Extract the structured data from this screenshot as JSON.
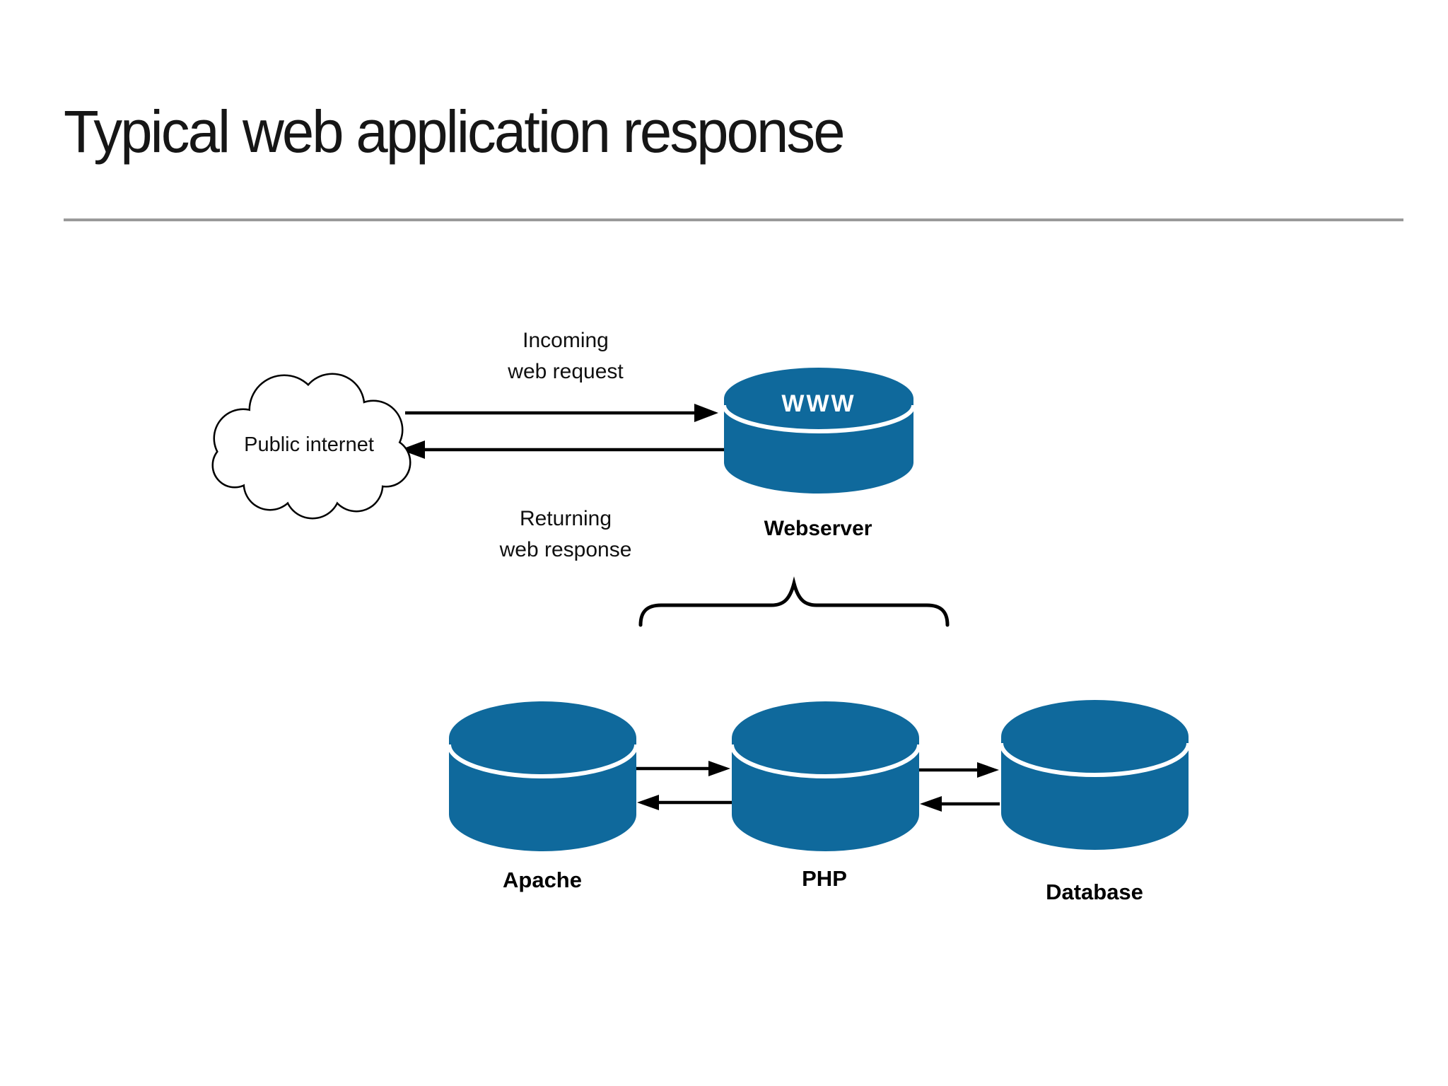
{
  "slide": {
    "title": "Typical web application response",
    "cloud": {
      "label": "Public internet"
    },
    "flows": {
      "incoming": {
        "line1": "Incoming",
        "line2": "web request"
      },
      "returning": {
        "line1": "Returning",
        "line2": "web response"
      }
    },
    "webserver": {
      "disk_text": "WWW",
      "label": "Webserver"
    },
    "tiers": [
      {
        "label": "Apache"
      },
      {
        "label": "PHP"
      },
      {
        "label": "Database"
      }
    ],
    "colors": {
      "disk_blue": "#0f699c",
      "connector_black": "#000000",
      "divider_gray": "#9a9a9a"
    }
  }
}
